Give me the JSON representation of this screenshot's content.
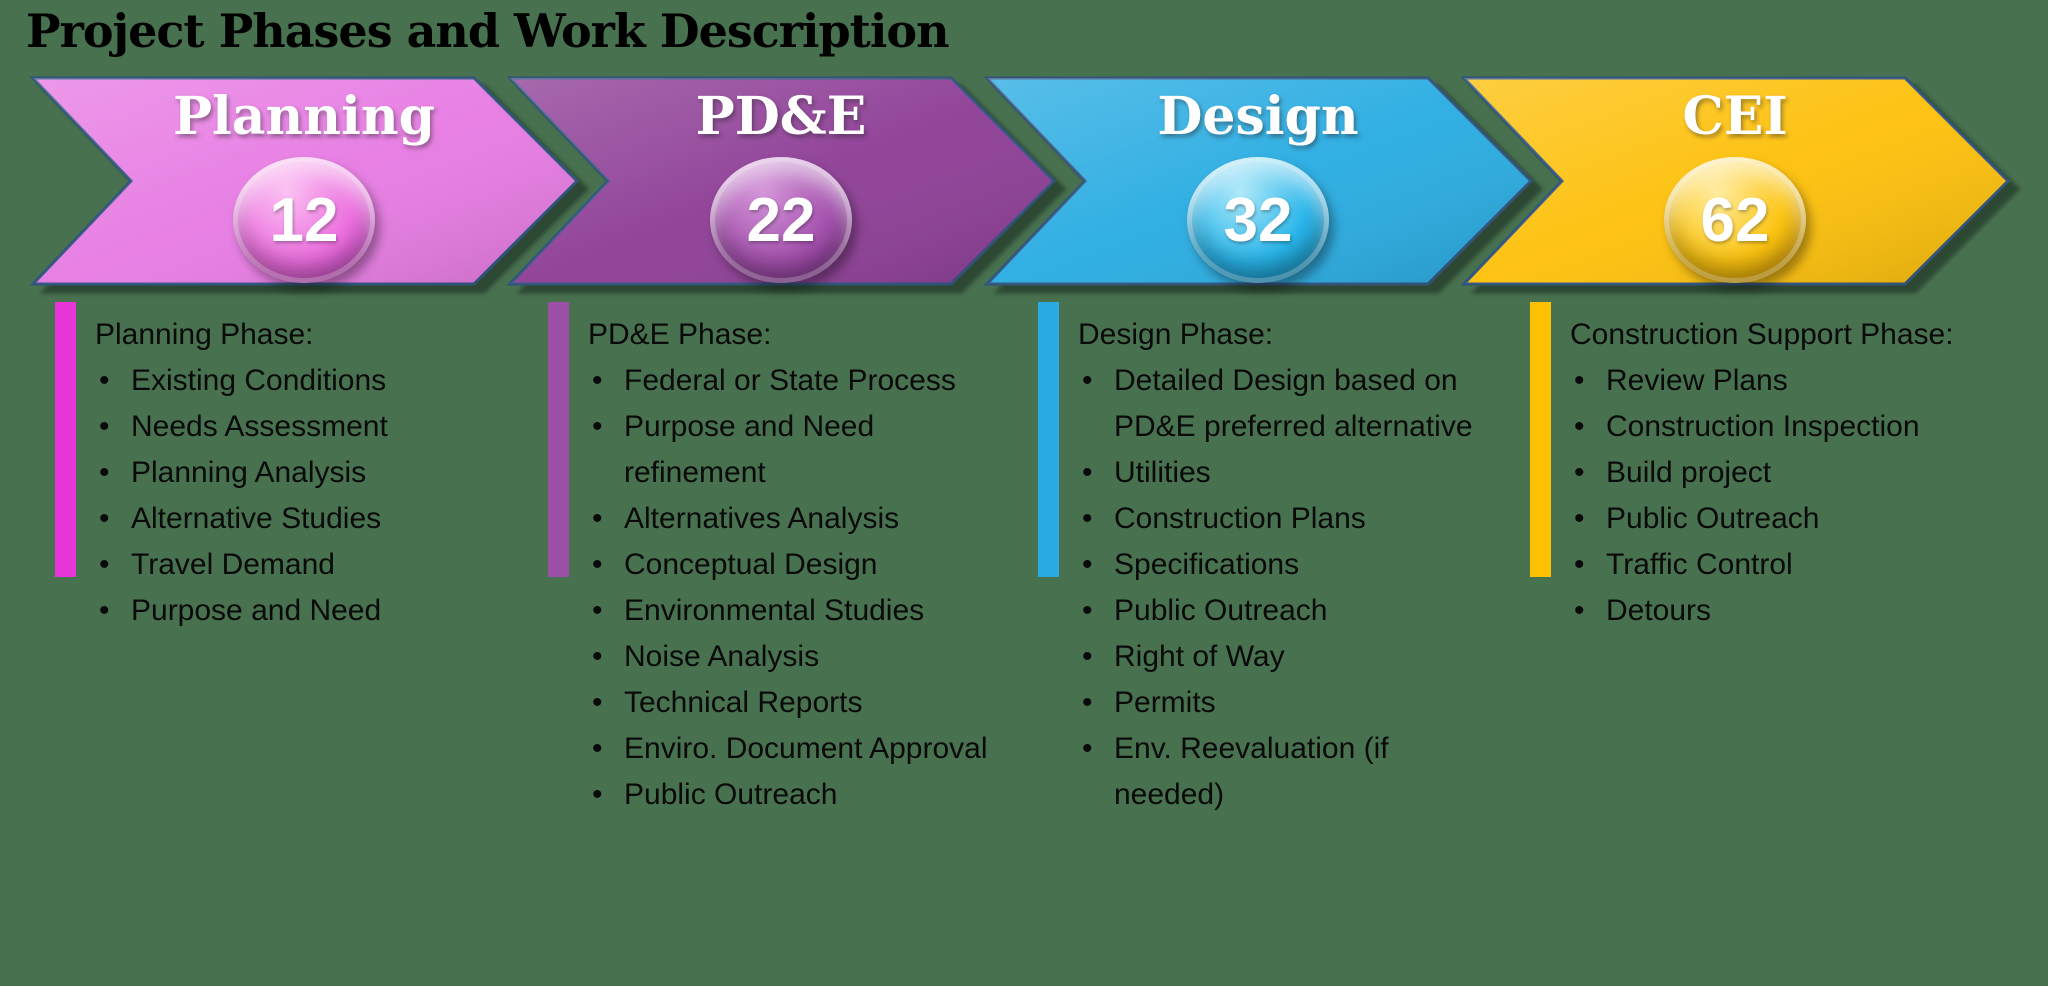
{
  "title": "Project Phases and Work Description",
  "phases": [
    {
      "name": "Planning",
      "duration": "12",
      "heading": "Planning Phase:",
      "items": [
        "Existing Conditions",
        "Needs Assessment",
        "Planning Analysis",
        "Alternative Studies",
        "Travel Demand",
        "Purpose and Need"
      ],
      "colors": {
        "arrow": "#E77BE3",
        "bar": "#E835D8",
        "badge": "#EC6FDF",
        "badge_highlight": "#FBC0F2",
        "badge_shadow": "#B93BB8"
      }
    },
    {
      "name": "PD&E",
      "duration": "22",
      "heading": "PD&E Phase:",
      "items": [
        "Federal or State Process",
        "Purpose and Need refinement",
        "Alternatives Analysis",
        "Conceptual Design",
        "Environmental Studies",
        "Noise Analysis",
        "Technical Reports",
        "Enviro. Document Approval",
        "Public Outreach"
      ],
      "colors": {
        "arrow": "#8E3E96",
        "bar": "#9C4FA6",
        "badge": "#A552AE",
        "badge_highlight": "#D394D8",
        "badge_shadow": "#792E86"
      }
    },
    {
      "name": "Design",
      "duration": "32",
      "heading": "Design Phase:",
      "items": [
        "Detailed Design based on PD&E preferred alternative",
        "Utilities",
        "Construction Plans",
        "Specifications",
        "Public Outreach",
        "Right of Way",
        "Permits",
        "Env. Reevaluation (if needed)"
      ],
      "colors": {
        "arrow": "#29ACE2",
        "bar": "#29ABE2",
        "badge": "#29B5EA",
        "badge_highlight": "#AEE9F9",
        "badge_shadow": "#0F84AE"
      }
    },
    {
      "name": "CEI",
      "duration": "62",
      "heading": "Construction Support Phase:",
      "items": [
        "Review Plans",
        "Construction Inspection",
        "Build project",
        "Public Outreach",
        "Traffic Control",
        "Detours"
      ],
      "colors": {
        "arrow": "#FDC00A",
        "bar": "#FFC000",
        "badge": "#FCC411",
        "badge_highlight": "#FFEC9E",
        "badge_shadow": "#D29500"
      }
    }
  ],
  "colors": {
    "background": "#48714F",
    "arrow_outline": "#31547E",
    "text": "#0A0A0A",
    "title": "#000000",
    "phase_name": "#FFFFFF",
    "number": "#FFFFFF"
  }
}
